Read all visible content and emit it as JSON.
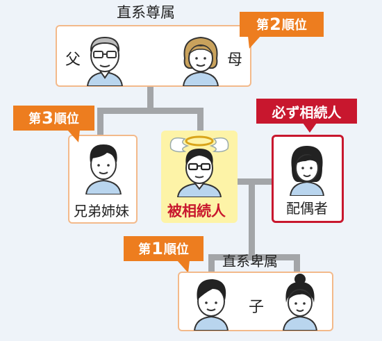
{
  "colors": {
    "accent_orange": "#ed7d1f",
    "required_red": "#c8172e",
    "box_border": "#f3b98a",
    "decedent_bg": "#fdf3a7",
    "line_gray": "#a3a5a8"
  },
  "ascendants": {
    "group_label": "直系尊属",
    "rank_prefix": "第",
    "rank_number": "2",
    "rank_suffix": "順位",
    "father": "父",
    "mother": "母"
  },
  "siblings": {
    "rank_prefix": "第",
    "rank_number": "3",
    "rank_suffix": "順位",
    "label": "兄弟姉妹"
  },
  "decedent": {
    "label": "被相続人"
  },
  "spouse": {
    "badge": "必ず相続人",
    "label": "配偶者"
  },
  "descendants": {
    "group_label": "直系卑属",
    "rank_prefix": "第",
    "rank_number": "1",
    "rank_suffix": "順位",
    "child": "子"
  },
  "icons": {
    "father": "elderly-man-glasses-icon",
    "mother": "elderly-woman-icon",
    "sibling": "young-man-icon",
    "decedent": "man-with-halo-wings-icon",
    "spouse": "woman-icon",
    "son": "boy-icon",
    "daughter": "girl-icon"
  }
}
